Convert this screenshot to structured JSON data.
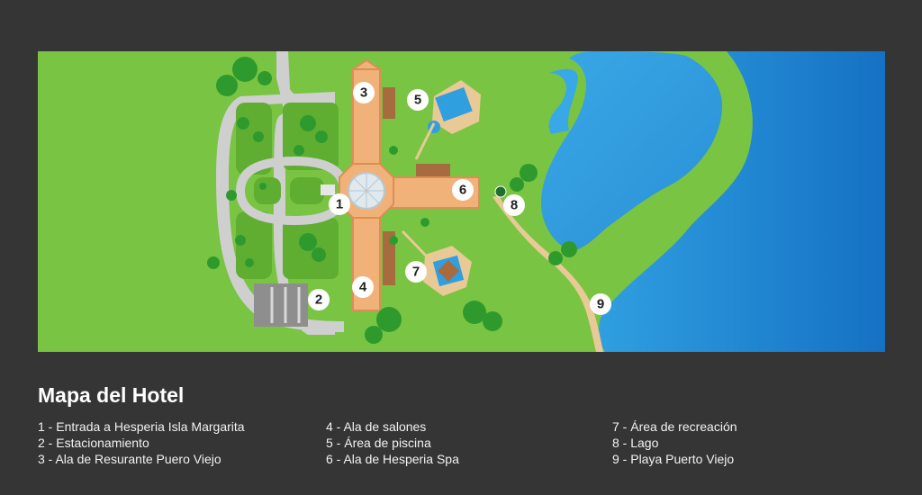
{
  "title": "Mapa del Hotel",
  "colors": {
    "background": "#353535",
    "grass": "#79c443",
    "grass_dark": "#5fae32",
    "water_light": "#2f9fe0",
    "water_dark": "#1571c4",
    "building": "#f1b27a",
    "roof": "#a86a3f",
    "path": "#cfcfcf",
    "sand": "#e9c995",
    "tree": "#2e9a2e"
  },
  "markers": [
    "1",
    "2",
    "3",
    "4",
    "5",
    "6",
    "7",
    "8",
    "9"
  ],
  "legend": [
    {
      "number": "1",
      "text": "1 - Entrada a Hesperia Isla Margarita"
    },
    {
      "number": "2",
      "text": "2 - Estacionamiento"
    },
    {
      "number": "3",
      "text": "3 - Ala de Resurante Puero Viejo"
    },
    {
      "number": "4",
      "text": "4 - Ala de salones"
    },
    {
      "number": "5",
      "text": "5 - Área de piscina"
    },
    {
      "number": "6",
      "text": "6 - Ala de Hesperia Spa"
    },
    {
      "number": "7",
      "text": "7 - Área de recreación"
    },
    {
      "number": "8",
      "text": "8 - Lago"
    },
    {
      "number": "9",
      "text": "9 - Playa Puerto Viejo"
    }
  ]
}
